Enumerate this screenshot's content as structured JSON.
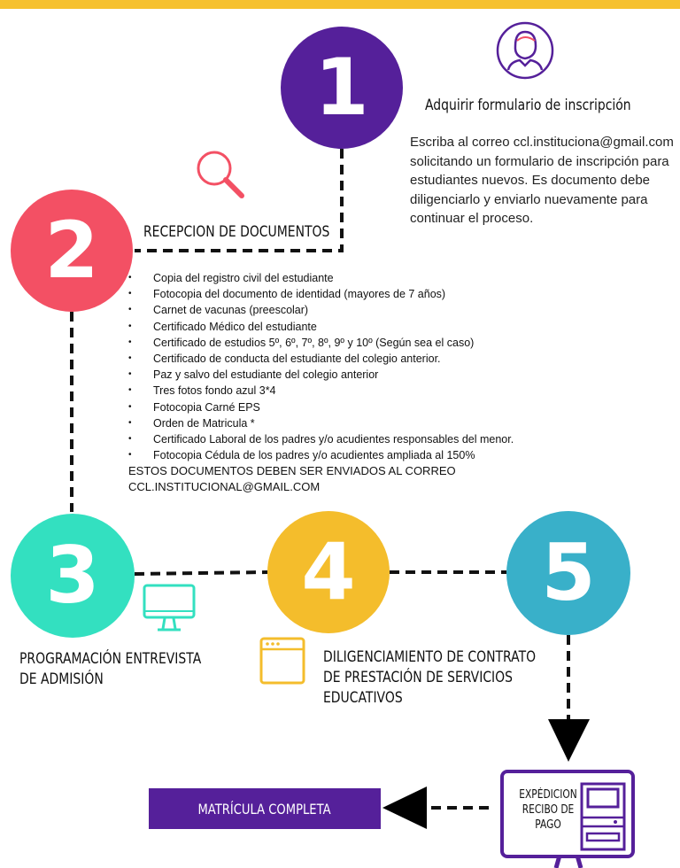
{
  "steps": [
    {
      "number": "1",
      "title": "Adquirir formulario de inscripción",
      "description": "Escriba al correo ccl.instituciona@gmail.com solicitando un formulario de inscripción para estudiantes nuevos. Es documento debe diligenciarlo y enviarlo nuevamente para continuar el proceso."
    },
    {
      "number": "2",
      "title": "RECEPCION DE DOCUMENTOS"
    },
    {
      "number": "3",
      "title_lines": [
        "PROGRAMACIÓN ENTREVISTA",
        "DE ADMISIÓN"
      ]
    },
    {
      "number": "4",
      "title_lines": [
        "DILIGENCIAMIENTO DE CONTRATO",
        "DE PRESTACIÓN DE SERVICIOS",
        "EDUCATIVOS"
      ]
    },
    {
      "number": "5"
    }
  ],
  "documents": [
    "Copia del registro civil del estudiante",
    "Fotocopia del documento de identidad (mayores de 7 años)",
    "Carnet de vacunas (preescolar)",
    "Certificado Médico del estudiante",
    "Certificado de estudios 5º, 6º, 7º, 8º, 9º y 10º (Según sea el caso)",
    "Certificado de conducta del estudiante del colegio anterior.",
    "Paz y salvo del estudiante del colegio anterior",
    "Tres fotos fondo azul 3*4",
    "Fotocopia Carné EPS",
    "Orden de Matricula *",
    "Certificado Laboral de los padres y/o acudientes responsables del menor.",
    "Fotocopia Cédula de los padres y/o acudientes ampliada al 150%"
  ],
  "documents_note_lines": [
    "ESTOS DOCUMENTOS DEBEN SER ENVIADOS AL CORREO",
    "CCL.INSTITUCIONAL@GMAIL.COM"
  ],
  "final_step": "MATRÍCULA COMPLETA",
  "payment_lines": [
    "EXPÉDICION",
    "RECIBO DE",
    "PAGO"
  ],
  "colors": {
    "purple": "#55209a",
    "red": "#f35064",
    "teal": "#33e0c0",
    "yellow": "#f4bd2c",
    "blue": "#39b0c9",
    "top_bar": "#f6c12f"
  },
  "icons": [
    "user-icon",
    "magnifier-icon",
    "monitor-icon",
    "browser-window-icon",
    "payment-kiosk-icon"
  ]
}
